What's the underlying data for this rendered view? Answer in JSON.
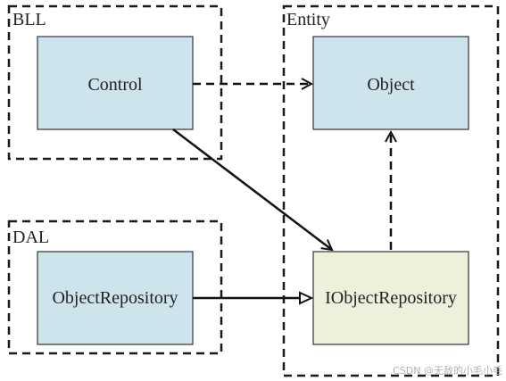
{
  "groups": {
    "bll": {
      "title": "BLL"
    },
    "entity": {
      "title": "Entity"
    },
    "dal": {
      "title": "DAL"
    }
  },
  "nodes": {
    "control": {
      "label": "Control",
      "fill": "#cde4ed"
    },
    "object": {
      "label": "Object",
      "fill": "#cde4ed"
    },
    "object_repository": {
      "label": "ObjectRepository",
      "fill": "#cde4ed"
    },
    "iobject_repository": {
      "label": "IObjectRepository",
      "fill": "#eef0dc"
    }
  },
  "colors": {
    "stroke": "#111111",
    "frame": "#1a1a1a"
  },
  "watermark": {
    "text": "CSDN @无敌的小毛小毛"
  }
}
